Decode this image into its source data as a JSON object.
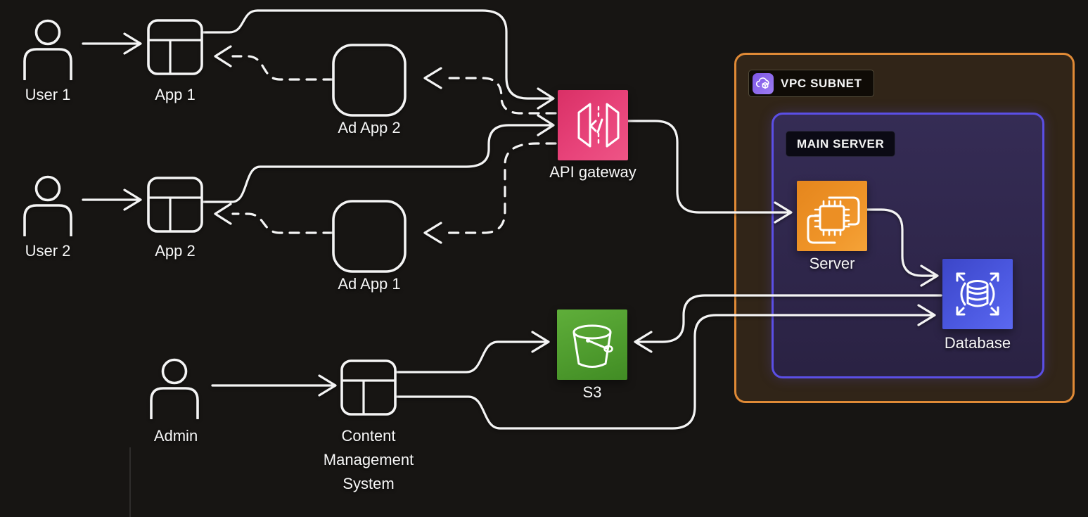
{
  "diagram": {
    "background": "#171513",
    "line_color": "#f4f4f4"
  },
  "nodes": {
    "user1": {
      "label": "User 1"
    },
    "user2": {
      "label": "User 2"
    },
    "admin": {
      "label": "Admin"
    },
    "app1": {
      "label": "App 1"
    },
    "app2": {
      "label": "App 2"
    },
    "ad_app2": {
      "label": "Ad App 2"
    },
    "ad_app1": {
      "label": "Ad App 1"
    },
    "api_gateway": {
      "label": "API gateway",
      "color": "#e8437a"
    },
    "s3": {
      "label": "S3",
      "color": "#4f9c2e"
    },
    "server": {
      "label": "Server",
      "color": "#ef9428"
    },
    "database": {
      "label": "Database",
      "color": "#4b58e0"
    },
    "cms": {
      "lines": [
        "Content",
        "Management",
        "System"
      ]
    }
  },
  "groups": {
    "vpc_subnet": {
      "label": "VPC SUBNET",
      "border_color": "#e08a36",
      "icon_color": "#8e68ec"
    },
    "main_server": {
      "label": "MAIN SERVER",
      "border_color": "#5b4fe6"
    }
  }
}
